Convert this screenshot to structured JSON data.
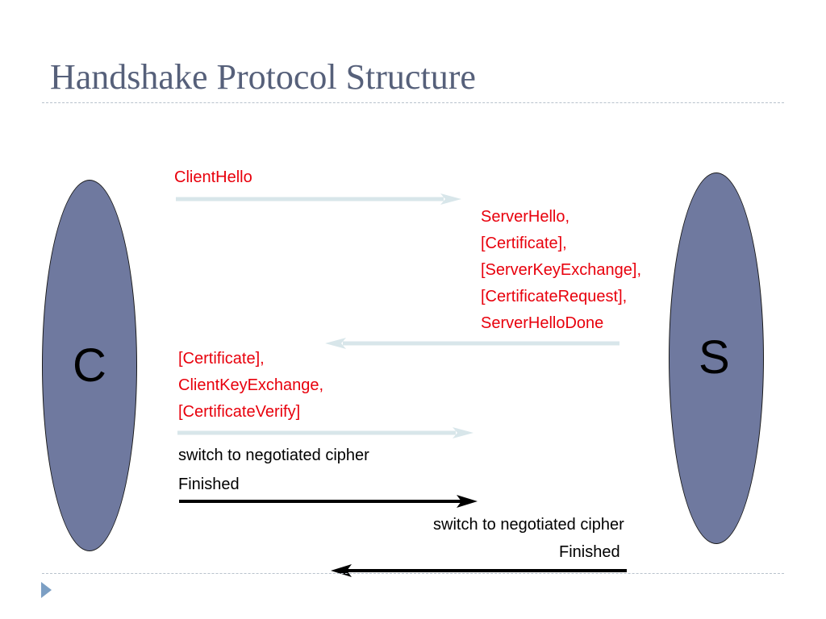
{
  "slide": {
    "title": "Handshake Protocol Structure"
  },
  "nodes": {
    "client": "C",
    "server": "S"
  },
  "messages": {
    "client_hello": "ClientHello",
    "server_response": [
      "ServerHello,",
      "[Certificate],",
      "[ServerKeyExchange],",
      "[CertificateRequest],",
      "ServerHelloDone"
    ],
    "client_response": [
      "[Certificate],",
      "ClientKeyExchange,",
      "[CertificateVerify]"
    ],
    "client_switch": "switch to negotiated cipher",
    "client_finished": "Finished",
    "server_switch": "switch to negotiated cipher",
    "server_finished": "Finished"
  },
  "colors": {
    "node_fill": "#6f799f",
    "message_red": "#e8000c",
    "unencrypted_arrow": "#d8e6ea",
    "encrypted_arrow": "#000000",
    "title": "#56607a"
  }
}
